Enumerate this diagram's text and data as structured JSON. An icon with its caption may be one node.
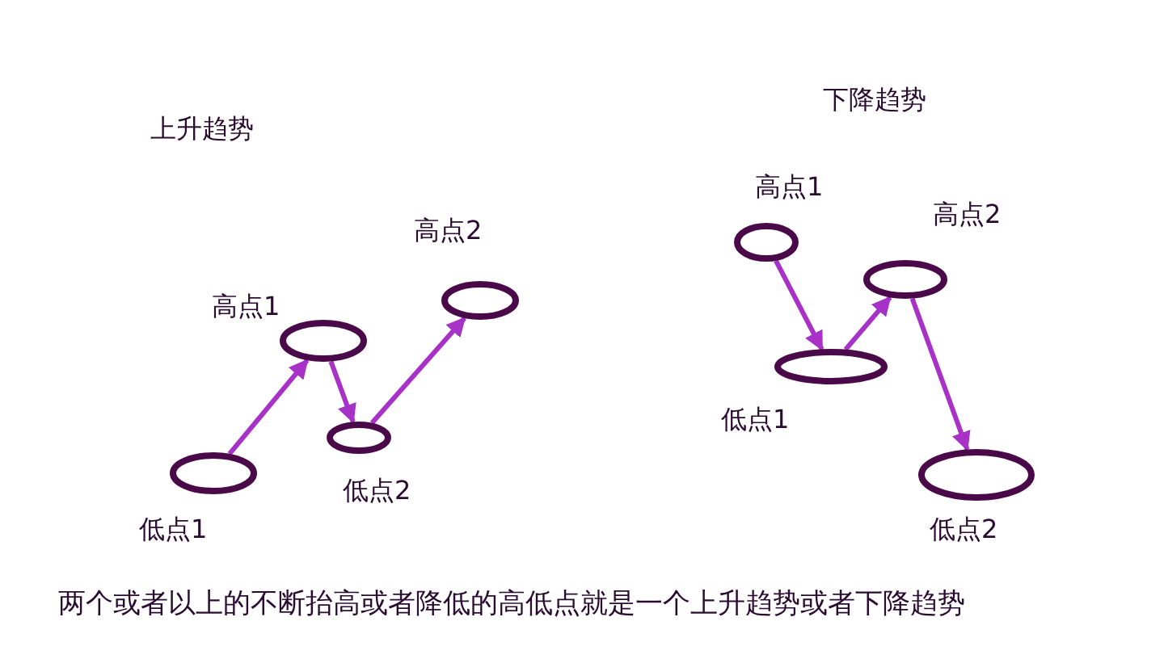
{
  "diagram": {
    "caption": "两个或者以上的不断抬高或者降低的高低点就是一个上升趋势或者下降趋势",
    "nodes": [
      {
        "text": [
          "低点1"
        ]
      },
      {
        "text": [
          "高点1"
        ]
      },
      {
        "text": [
          "低点2"
        ]
      },
      {
        "text": [
          "高点2"
        ]
      },
      {
        "text": [
          "高点1"
        ]
      },
      {
        "text": [
          "低点1"
        ]
      },
      {
        "text": [
          "高点2"
        ]
      },
      {
        "text": [
          "低点2"
        ]
      }
    ],
    "edges": [
      {
        "from": 0,
        "to": 1,
        "arrow": "to"
      },
      {
        "from": 1,
        "to": 2,
        "arrow": "to"
      },
      {
        "from": 2,
        "to": 3,
        "arrow": "to"
      },
      {
        "from": 4,
        "to": 5,
        "arrow": "to"
      },
      {
        "from": 5,
        "to": 6,
        "arrow": "to"
      },
      {
        "from": 6,
        "to": 7,
        "arrow": "to"
      }
    ],
    "labels": [
      "上升趋势",
      "下降趋势"
    ]
  }
}
